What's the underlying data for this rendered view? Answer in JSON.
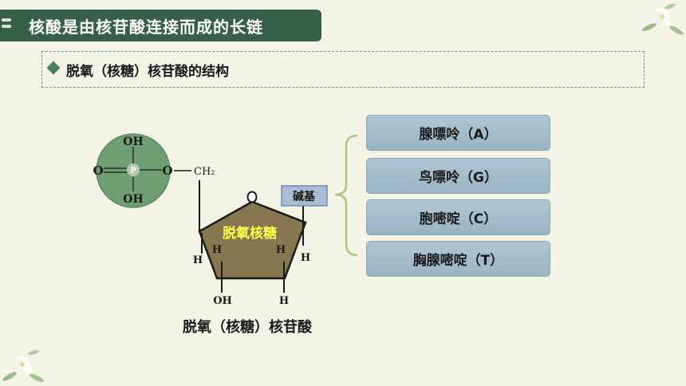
{
  "header": {
    "title": "核酸是由核苷酸连接而成的长链"
  },
  "section": {
    "subtitle": "脱氧（核糖）核苷酸的结构"
  },
  "phosphate": {
    "center": "P",
    "top": "OH",
    "left": "O",
    "right": "O",
    "bottom": "OH",
    "link": "CH₂"
  },
  "sugar": {
    "label": "脱氧核糖",
    "ring_oxygen": "O",
    "atoms": [
      "H",
      "H",
      "H",
      "H",
      "OH",
      "H"
    ]
  },
  "base_label": "碱基",
  "caption": "脱氧（核糖）核苷酸",
  "bases": [
    "腺嘌呤（A）",
    "鸟嘌呤（G）",
    "胞嘧啶（C）",
    "胸腺嘧啶（T）"
  ],
  "colors": {
    "title_bg": "#37604a",
    "phosphate": "#6f9e73",
    "sugar": "#867750",
    "sugar_label": "#ffff4d",
    "base_box": "#a9c0ce",
    "brace": "#b6c37a"
  }
}
